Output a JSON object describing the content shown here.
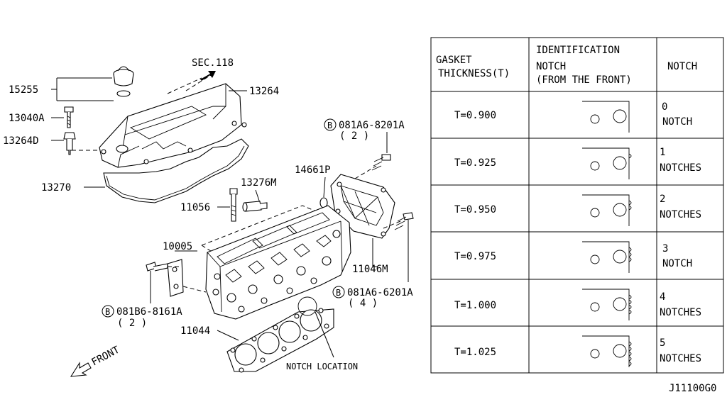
{
  "callouts": {
    "p15255": "15255",
    "p13040A": "13040A",
    "p13264D": "13264D",
    "p13270": "13270",
    "sec118": "SEC.118",
    "p13264": "13264",
    "p081A6_8201A": "081A6-8201A",
    "p081A6_8201A_qty": "( 2 )",
    "p14661P": "14661P",
    "p13276M": "13276M",
    "p11056": "11056",
    "p10005": "10005",
    "p11046M": "11046M",
    "p081A6_6201A": "081A6-6201A",
    "p081A6_6201A_qty": "( 4 )",
    "p081B6_8161A": "081B6-8161A",
    "p081B6_8161A_qty": "( 2 )",
    "p11044": "11044",
    "notch_location": "NOTCH LOCATION",
    "front": "FRONT",
    "bolt_symbol": "B"
  },
  "table": {
    "header": {
      "col1_line1": "GASKET",
      "col1_line2": "THICKNESS(T)",
      "col2_line1": "IDENTIFICATION",
      "col2_line2": "NOTCH",
      "col2_line3": "(FROM THE FRONT)",
      "col3": "NOTCH"
    },
    "rows": [
      {
        "thickness": "T=0.900",
        "notch_count": 0,
        "notch_line1": "0",
        "notch_line2": "NOTCH"
      },
      {
        "thickness": "T=0.925",
        "notch_count": 1,
        "notch_line1": "1",
        "notch_line2": "NOTCHES"
      },
      {
        "thickness": "T=0.950",
        "notch_count": 2,
        "notch_line1": "2",
        "notch_line2": "NOTCHES"
      },
      {
        "thickness": "T=0.975",
        "notch_count": 3,
        "notch_line1": "3",
        "notch_line2": "NOTCH"
      },
      {
        "thickness": "T=1.000",
        "notch_count": 4,
        "notch_line1": "4",
        "notch_line2": "NOTCHES"
      },
      {
        "thickness": "T=1.025",
        "notch_count": 5,
        "notch_line1": "5",
        "notch_line2": "NOTCHES"
      }
    ]
  },
  "figure_id": "J11100G0"
}
